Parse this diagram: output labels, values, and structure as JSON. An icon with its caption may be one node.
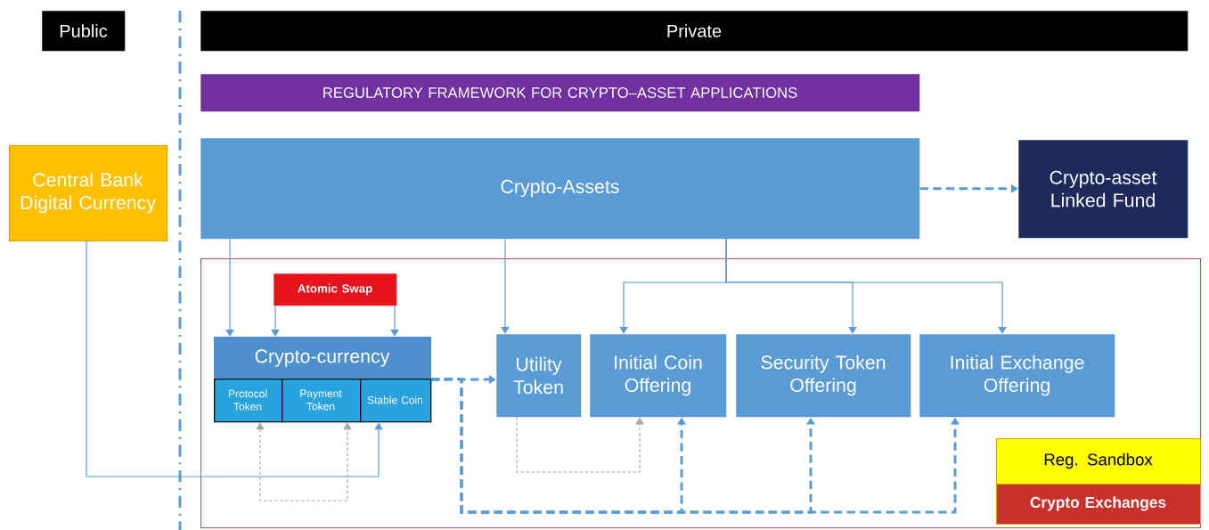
{
  "diagram": {
    "nodes": [
      {
        "text": [
          "Public"
        ]
      },
      {
        "text": [
          "Private"
        ]
      },
      {
        "text": [
          "REGULATORY FRAMEWORK FOR CRYPTO–ASSET APPLICATIONS"
        ]
      },
      {
        "text": [
          "Crypto-Assets"
        ]
      },
      {
        "text": [
          "Central Bank Digital Currency"
        ]
      },
      {
        "text": [
          "Crypto-asset Linked Fund"
        ]
      },
      {
        "text": [],
        "shape": "box"
      },
      {
        "text": [
          "Atomic Swap"
        ],
        "in": 6
      },
      {
        "text": [
          "Crypto-currency"
        ],
        "in": 6
      },
      {
        "text": [
          "Protocol Token"
        ],
        "in": 8
      },
      {
        "text": [
          "Payment Token"
        ],
        "in": 8
      },
      {
        "text": [
          "Stable Coin"
        ],
        "in": 8
      },
      {
        "text": [
          "Utility Token"
        ],
        "in": 6
      },
      {
        "text": [
          "Initial Coin Offering"
        ],
        "in": 6
      },
      {
        "text": [
          "Security Token Offering"
        ],
        "in": 6
      },
      {
        "text": [
          "Initial Exchange Offering"
        ],
        "in": 6
      },
      {
        "text": [
          "Reg. Sandbox"
        ],
        "in": 6
      },
      {
        "text": [
          "Crypto Exchanges"
        ],
        "in": 6
      }
    ],
    "edges": [
      {
        "from": 3,
        "to": 5,
        "arrow": "to",
        "style": "dashed"
      },
      {
        "from": 3,
        "to": 8,
        "arrow": "to"
      },
      {
        "from": 7,
        "to": 8,
        "arrow": "to"
      },
      {
        "from": 7,
        "to": 8,
        "arrow": "to"
      },
      {
        "from": 3,
        "to": 12,
        "arrow": "to"
      },
      {
        "from": 3,
        "to": 13,
        "arrow": "to"
      },
      {
        "from": 3,
        "to": 14,
        "arrow": "to"
      },
      {
        "from": 3,
        "to": 15,
        "arrow": "to"
      },
      {
        "from": 4,
        "to": 11,
        "arrow": "to"
      },
      {
        "from": 9,
        "to": 10,
        "arrow": "both",
        "style": "dashed",
        "color": "#a6a6a6"
      },
      {
        "from": 8,
        "to": 12,
        "arrow": "to",
        "style": "dashed"
      },
      {
        "from": 8,
        "to": 13,
        "arrow": "to",
        "style": "dashed"
      },
      {
        "from": 8,
        "to": 14,
        "arrow": "to",
        "style": "dashed"
      },
      {
        "from": 8,
        "to": 15,
        "arrow": "to",
        "style": "dashed"
      },
      {
        "from": 12,
        "to": 13,
        "arrow": "to",
        "style": "dashed",
        "color": "#a6a6a6"
      }
    ]
  }
}
